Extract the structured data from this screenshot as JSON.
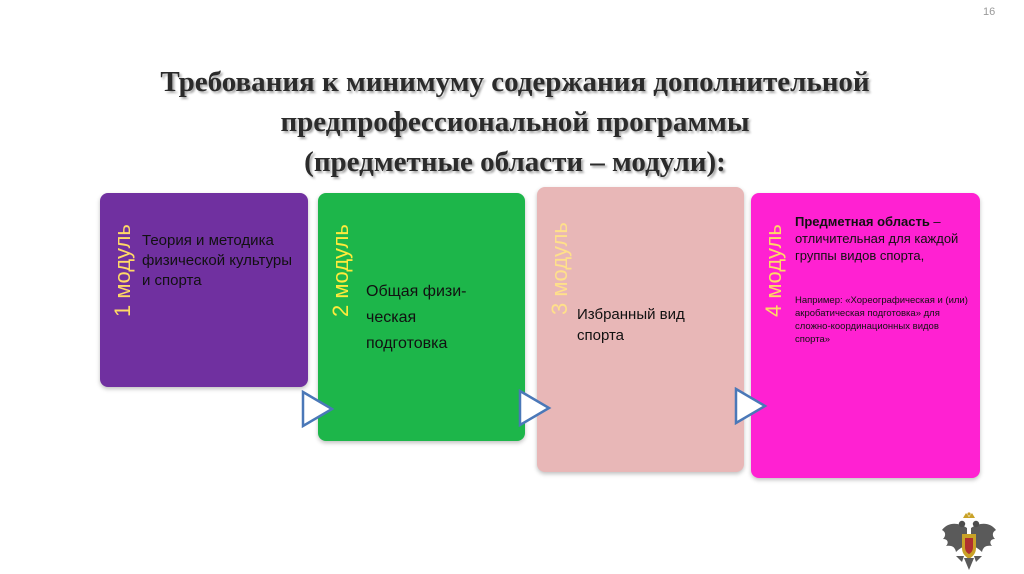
{
  "page_number": "16",
  "title": {
    "line1": "Требования к минимуму содержания дополнительной",
    "line2": "предпрофессиональной программы",
    "line3": "(предметные области – модули):"
  },
  "modules": [
    {
      "label": "1 модуль",
      "text": "Теория и методика физической культуры и спорта",
      "color": "#7030a0",
      "label_color": "#ffd966"
    },
    {
      "label": "2 модуль",
      "text_lines": [
        "Общая физи-",
        "ческая",
        "подготовка"
      ],
      "color": "#1db64a",
      "label_color": "#ffeb3b"
    },
    {
      "label": "3 модуль",
      "text": "Избранный вид спорта",
      "color": "#e8b7b7",
      "label_color": "#ffe08a"
    },
    {
      "label": "4 модуль",
      "heading": "Предметная область",
      "dash_text": " – отличительная для каждой группы видов спорта,",
      "example": "Например: «Хореографическая и (или)  акробатическая подготовка» для сложно-координационных видов спорта»",
      "color": "#ff21d2",
      "label_color": "#ffd966"
    }
  ],
  "arrow_icon": "triangle-right-icon",
  "emblem_icon": "double-headed-eagle-emblem"
}
